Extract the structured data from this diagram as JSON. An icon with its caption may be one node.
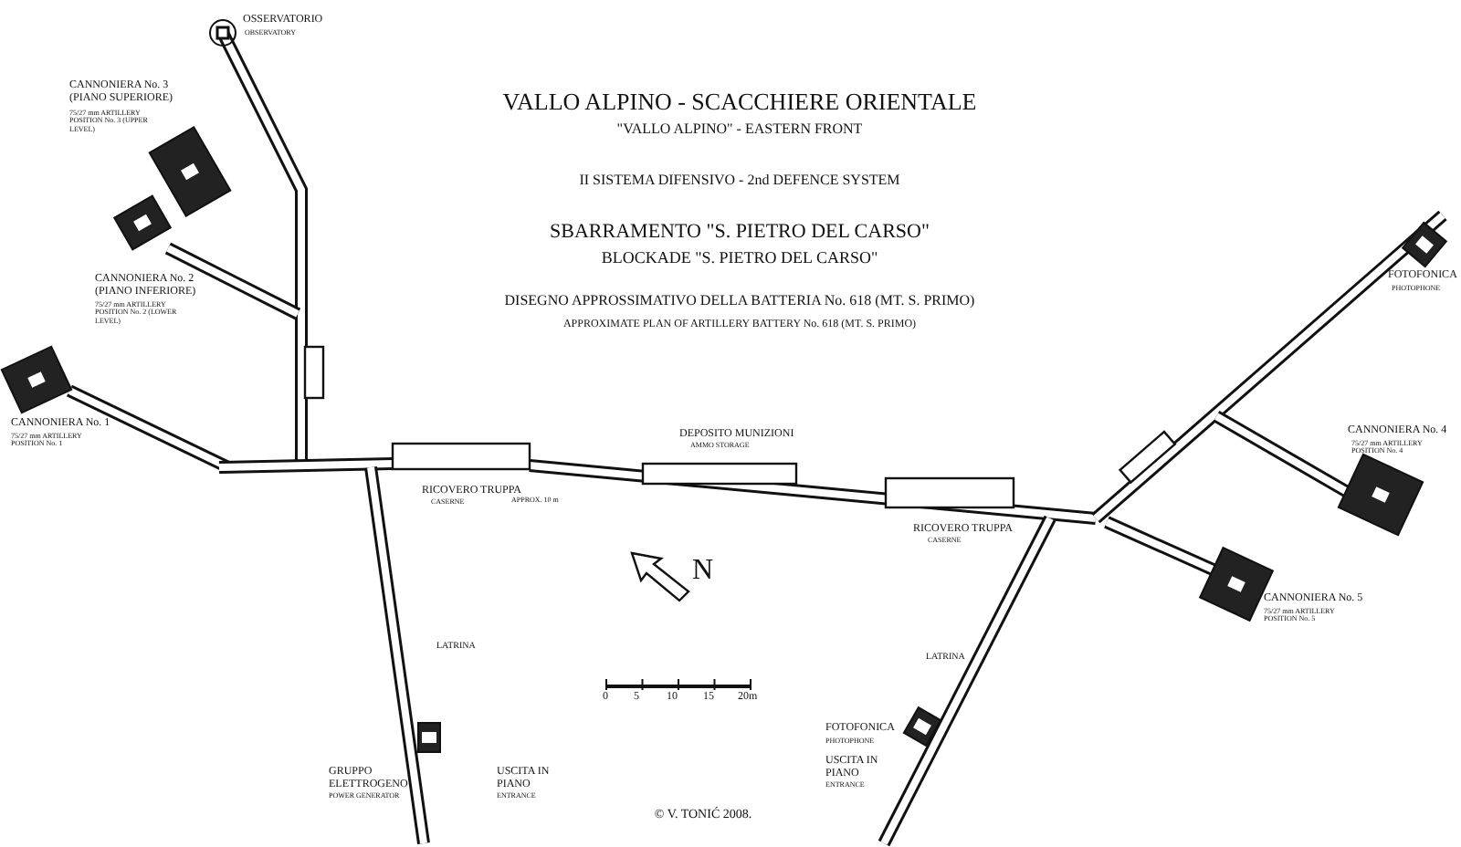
{
  "diagram": {
    "title": "VALLO ALPINO - SCACCHIERE ORIENTALE",
    "caption": "© V. TONIĆ 2008.",
    "labels": [
      "\"VALLO ALPINO\" - EASTERN FRONT",
      "II SISTEMA DIFENSIVO - 2nd DEFENCE SYSTEM",
      "SBARRAMENTO \"S. PIETRO DEL CARSO\"",
      "BLOCKADE \"S. PIETRO DEL CARSO\"",
      "DISEGNO APPROSSIMATIVO DELLA BATTERIA No. 618 (MT. S. PRIMO)",
      "APPROXIMATE PLAN OF  ARTILLERY BATTERY No. 618 (MT. S. PRIMO)",
      "OSSERVATORIO",
      "OBSERVATORY",
      "CANNONIERA No. 3 (PIANO SUPERIORE)",
      "75/27 mm ARTILLERY POSITION No. 3 (UPPER LEVEL)",
      "CANNONIERA No. 2 (PIANO INFERIORE)",
      "75/27 mm ARTILLERY POSITION No. 2 (LOWER LEVEL)",
      "FOTOFONICA",
      "PHOTOPHONE",
      "CANNONIERA No. 1",
      "75/27 mm ARTILLERY POSITION No. 1",
      "DEPOSITO MUNIZIONI",
      "AMMO STORAGE",
      "CANNONIERA No. 4",
      "75/27 mm ARTILLERY POSITION No. 4",
      "RICOVERO TRUPPA",
      "CASERNE",
      "APPROX. 10 m",
      "RICOVERO TRUPPA",
      "CASERNE",
      "N",
      "CANNONIERA No. 5",
      "75/27 mm ARTILLERY POSITION No. 5",
      "LATRINA",
      "LATRINA",
      "0",
      "5",
      "10",
      "15",
      "20m",
      "FOTOFONICA",
      "PHOTOPHONE",
      "GRUPPO ELETTROGENO",
      "POWER GENERATOR",
      "USCITA IN PIANO",
      "ENTRANCE",
      "USCITA IN PIANO",
      "ENTRANCE"
    ]
  }
}
